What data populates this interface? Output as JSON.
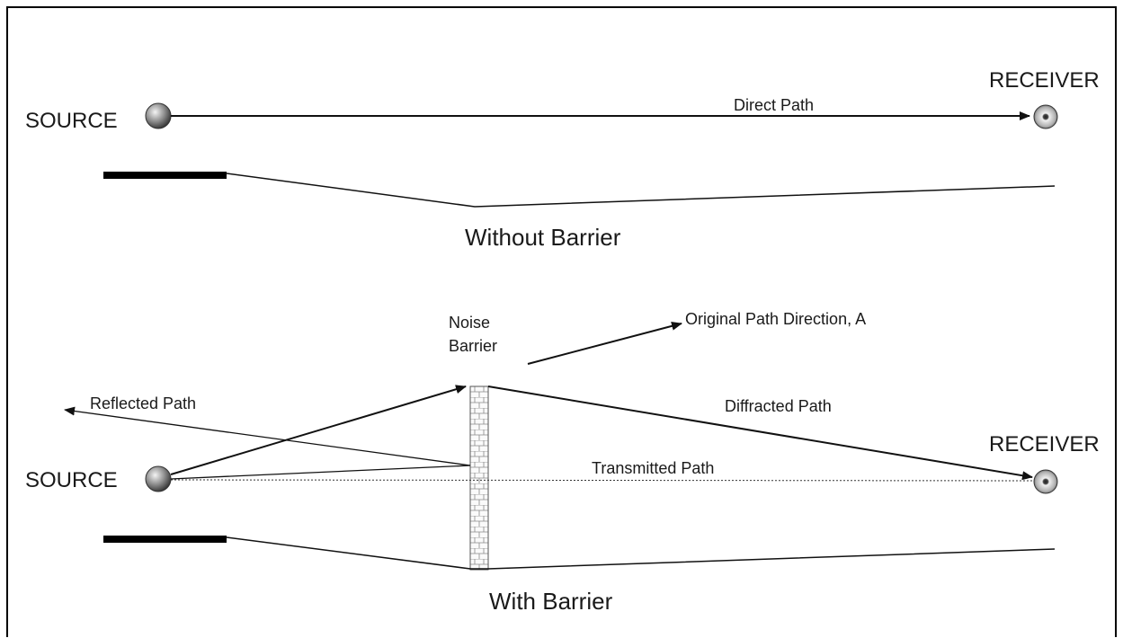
{
  "without_barrier": {
    "source_label": "SOURCE",
    "receiver_label": "RECEIVER",
    "direct_path_label": "Direct Path",
    "caption": "Without Barrier"
  },
  "with_barrier": {
    "source_label": "SOURCE",
    "receiver_label": "RECEIVER",
    "barrier_label_line1": "Noise",
    "barrier_label_line2": "Barrier",
    "original_path_label": "Original Path Direction, A",
    "reflected_path_label": "Reflected Path",
    "diffracted_path_label": "Diffracted Path",
    "transmitted_path_label": "Transmitted Path",
    "caption": "With Barrier"
  }
}
